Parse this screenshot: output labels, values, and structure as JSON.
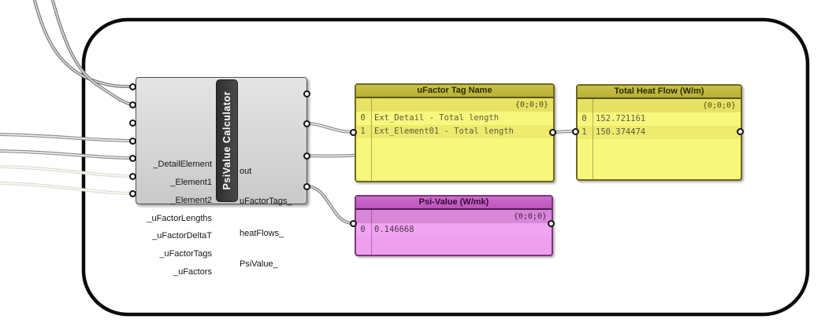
{
  "component": {
    "title": "PsiValue Calculator",
    "inputs": [
      "_DetailElement",
      "_Element1",
      "_Element2",
      "_uFactorLengths",
      "_uFactorDeltaT",
      "_uFactorTags",
      "_uFactors"
    ],
    "outputs": [
      "out",
      "uFactorTags_",
      "heatFlows_",
      "PsiValue_"
    ]
  },
  "panels": [
    {
      "title": "uFactor Tag Name",
      "path": "{0;0;0}",
      "rows": [
        {
          "index": "0",
          "value": "Ext_Detail - Total length"
        },
        {
          "index": "1",
          "value": "Ext_Element01 - Total length"
        }
      ]
    },
    {
      "title": "Total Heat Flow (W/m)",
      "path": "{0;0;0}",
      "rows": [
        {
          "index": "0",
          "value": "152.721161"
        },
        {
          "index": "1",
          "value": "150.374474"
        }
      ]
    },
    {
      "title": "Psi-Value (W/mk)",
      "path": "{0;0;0}",
      "rows": [
        {
          "index": "0",
          "value": "0.146668"
        }
      ]
    }
  ],
  "colors": {
    "group_border": "#0b0b0b",
    "panel_yellow_header": "#beb73c",
    "panel_yellow_body": "#f8f77d",
    "panel_yellow_stripe": "#eeea6e",
    "panel_pink_header": "#c763c7",
    "panel_pink_body": "#f0a5f0",
    "panel_pink_stripe": "#d887d8",
    "component_body": "#d9d9d9",
    "component_nameplate": "#3d3d3d",
    "wire_gray": "#8f8f8f",
    "wire_pale": "#d7dbce"
  }
}
